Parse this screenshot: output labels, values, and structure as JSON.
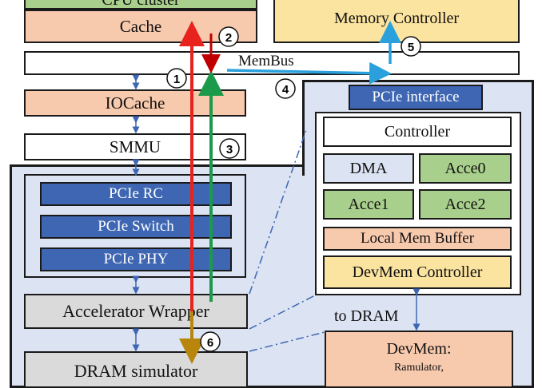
{
  "left": {
    "cpu_top": "CPU cluster",
    "cache": "Cache",
    "iocache": "IOCache",
    "smmu": "SMMU",
    "pcie_rc": "PCIe RC",
    "pcie_switch": "PCIe Switch",
    "pcie_phy": "PCIe PHY",
    "acc_wrapper": "Accelerator Wrapper",
    "dram_sim": "DRAM simulator"
  },
  "right": {
    "mem_ctrl": "Memory Controller",
    "pcie_interface": "PCIe interface",
    "controller": "Controller",
    "dma": "DMA",
    "acce0": "Acce0",
    "acce1": "Acce1",
    "acce2": "Acce2",
    "local_mem": "Local Mem Buffer",
    "devmem_ctrl": "DevMem Controller",
    "to_dram": "to DRAM",
    "devmem": "DevMem:",
    "devmem_sub": "Ramulator,"
  },
  "membus": "MemBus",
  "steps": [
    "1",
    "2",
    "3",
    "4",
    "5",
    "6"
  ],
  "colors": {
    "red_arrow": "#e8231d",
    "green_arrow": "#1a9a4a",
    "blue_arrow": "#2aa0dc",
    "brown_arrow": "#b8860b",
    "link_blue": "#3e66b3"
  }
}
